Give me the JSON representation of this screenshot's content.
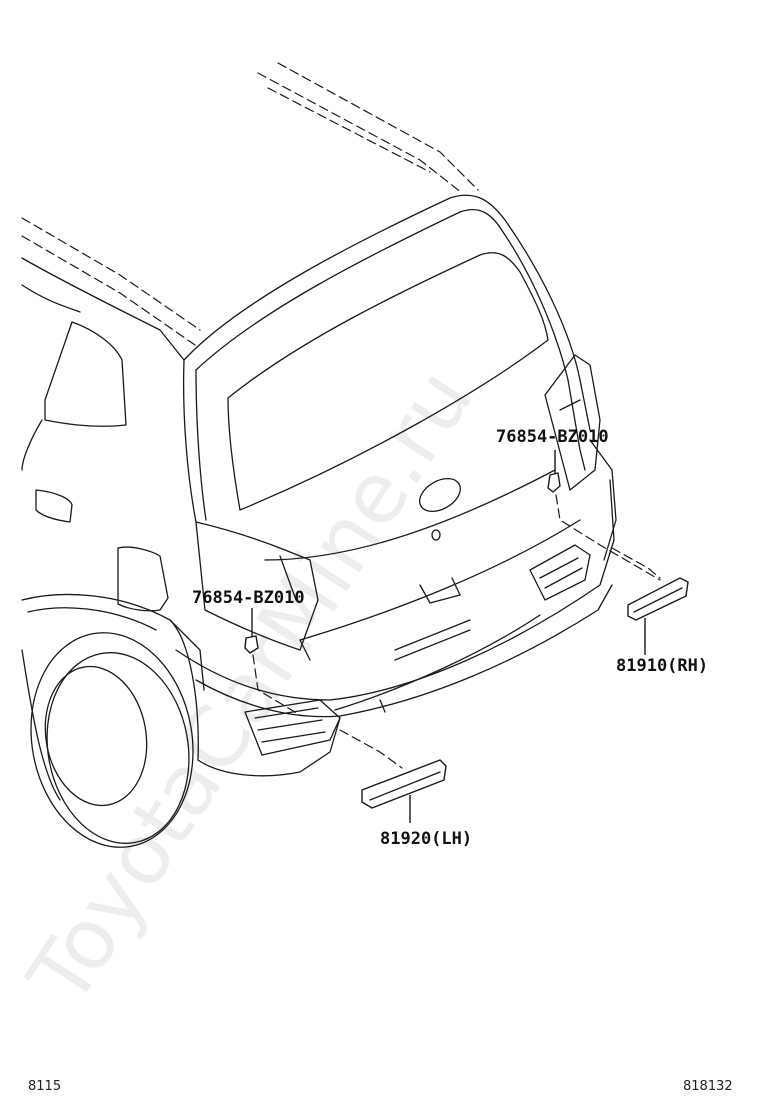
{
  "watermark": "ToyotaCarMine.ru",
  "labels": {
    "clip_upper": "76854-BZ010",
    "clip_left": "76854-BZ010",
    "reflector_rh": "81910(RH)",
    "reflector_lh": "81920(LH)"
  },
  "footer": {
    "left": "8115",
    "right": "818132"
  }
}
